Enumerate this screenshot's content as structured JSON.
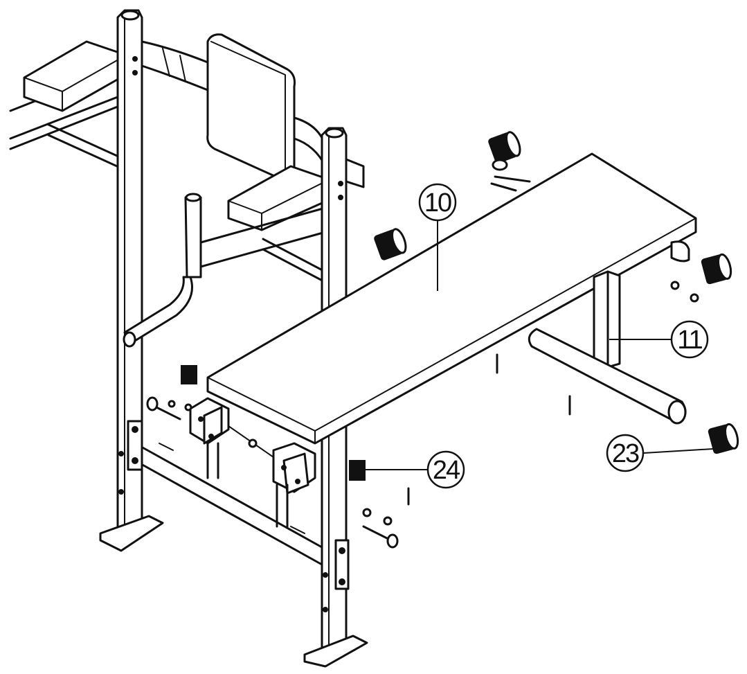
{
  "diagram": {
    "callouts": [
      {
        "id": "bench-pad",
        "label": "10"
      },
      {
        "id": "rear-leg",
        "label": "11"
      },
      {
        "id": "foam-roller",
        "label": "23"
      },
      {
        "id": "end-cap",
        "label": "24"
      }
    ]
  }
}
